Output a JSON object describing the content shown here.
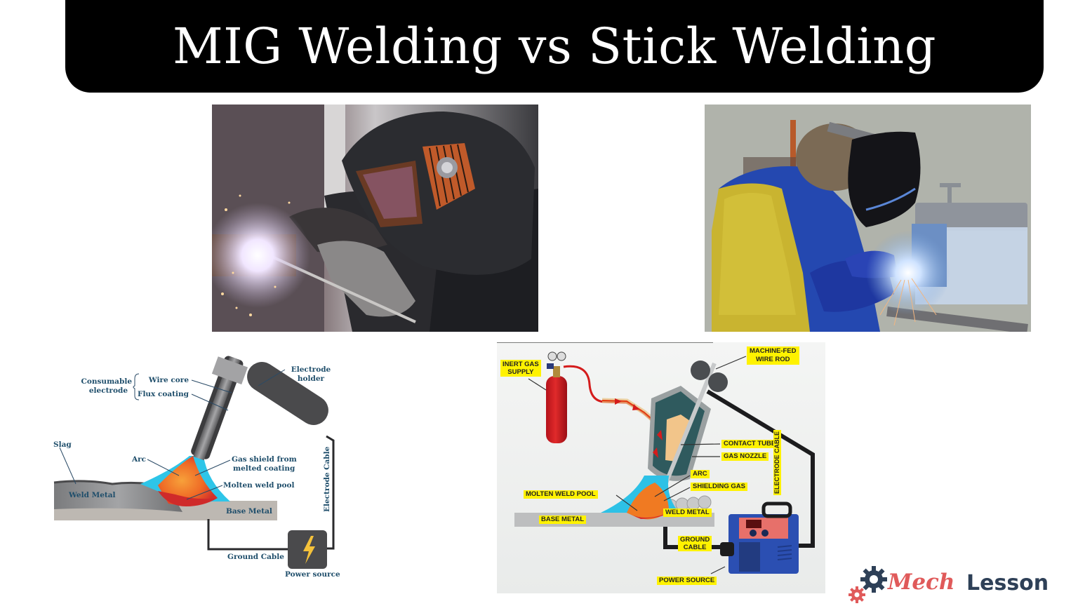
{
  "title": "MIG Welding vs Stick Welding",
  "photos": {
    "left": {
      "subject": "stick-welder-dark-helmet-photo"
    },
    "right": {
      "subject": "welder-blue-jacket-yellow-sleeve-photo"
    }
  },
  "stick_diagram": {
    "labels": {
      "consumable_electrode_1": "Consumable",
      "consumable_electrode_2": "electrode",
      "wire_core": "Wire core",
      "flux_coating": "Flux coating",
      "electrode_holder_1": "Electrode",
      "electrode_holder_2": "holder",
      "slag": "Slag",
      "arc": "Arc",
      "gas_shield_1": "Gas shield from",
      "gas_shield_2": "melted coating",
      "molten_weld_pool": "Molten weld pool",
      "weld_metal": "Weld Metal",
      "base_metal": "Base Metal",
      "electrode_cable": "Electrode Cable",
      "ground_cable": "Ground Cable",
      "power_source": "Power source"
    }
  },
  "mig_diagram": {
    "labels": {
      "inert_gas_1": "INERT GAS",
      "inert_gas_2": "SUPPLY",
      "machine_fed_1": "MACHINE-FED",
      "machine_fed_2": "WIRE ROD",
      "contact_tube": "CONTACT TUBE",
      "gas_nozzle": "GAS NOZZLE",
      "arc": "ARC",
      "shielding_gas": "SHIELDING GAS",
      "molten_weld_pool": "MOLTEN WELD POOL",
      "weld_metal": "WELD METAL",
      "base_metal": "BASE METAL",
      "ground_cable_1": "GROUND",
      "ground_cable_2": "CABLE",
      "electrode_cable": "ELECTRODE CABLE",
      "power_source": "POWER SOURCE"
    },
    "label_bg": "#fff200"
  },
  "logo": {
    "part1": "Mech",
    "part2": "Lesson",
    "color1": "#e05a5a",
    "color2": "#2e4057"
  }
}
